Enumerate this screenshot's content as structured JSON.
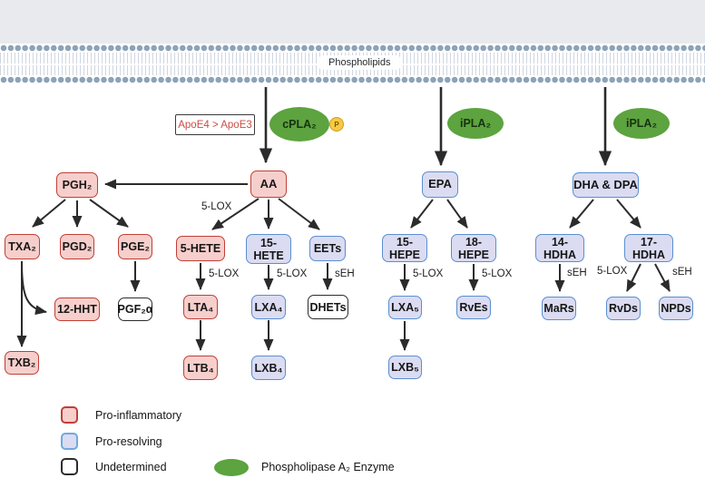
{
  "membrane": {
    "label": "Phospholipids"
  },
  "annotations": {
    "apoe": "ApoE4 > ApoE3",
    "phospho_badge": "P"
  },
  "enzymes": {
    "cpla2": "cPLA₂",
    "ipla2_epa": "iPLA₂",
    "ipla2_dha": "iPLA₂"
  },
  "nodes": {
    "aa": "AA",
    "pgh2": "PGH₂",
    "txa2": "TXA₂",
    "pgd2": "PGD₂",
    "pge2": "PGE₂",
    "hht12": "12-HHT",
    "pgf2a": "PGF₂α",
    "txb2": "TXB₂",
    "hete5": "5-HETE",
    "hete15": "15-\nHETE",
    "eets": "EETs",
    "lta4": "LTA₄",
    "lxa4": "LXA₄",
    "dhets": "DHETs",
    "ltb4": "LTB₄",
    "lxb4": "LXB₄",
    "epa": "EPA",
    "hepe15": "15-\nHEPE",
    "hepe18": "18-\nHEPE",
    "lxa5": "LXA₅",
    "rves": "RvEs",
    "lxb5": "LXB₅",
    "dha_dpa": "DHA & DPA",
    "hdha14": "14-\nHDHA",
    "hdha17": "17-\nHDHA",
    "mars": "MaRs",
    "rvds": "RvDs",
    "npds": "NPDs"
  },
  "edge_labels": {
    "aa_5lox": "5-LOX",
    "hete5_5lox": "5-LOX",
    "hete15_5lox": "5-LOX",
    "eets_seh": "sEH",
    "hepe15_5lox": "5-LOX",
    "hepe18_5lox": "5-LOX",
    "hdha14_seh": "sEH",
    "hdha17_5lox": "5-LOX",
    "hdha17_seh": "sEH"
  },
  "legend": {
    "pro_inflammatory": "Pro-inflammatory",
    "pro_resolving": "Pro-resolving",
    "undetermined": "Undetermined",
    "enzyme": "Phospholipase A₂ Enzyme"
  },
  "colors": {
    "pro_inflammatory_fill": "#f6cfcc",
    "pro_inflammatory_border": "#bf4038",
    "pro_resolving_fill": "#dbdcf2",
    "pro_resolving_border": "#5b8fd0",
    "undetermined_border": "#2d2d2d",
    "enzyme_green": "#5da33f",
    "arrow": "#2b2b2b",
    "membrane_head": "#8da3ba",
    "apoe_text": "#cc4b45",
    "phospho_badge_fill": "#f6c945"
  }
}
